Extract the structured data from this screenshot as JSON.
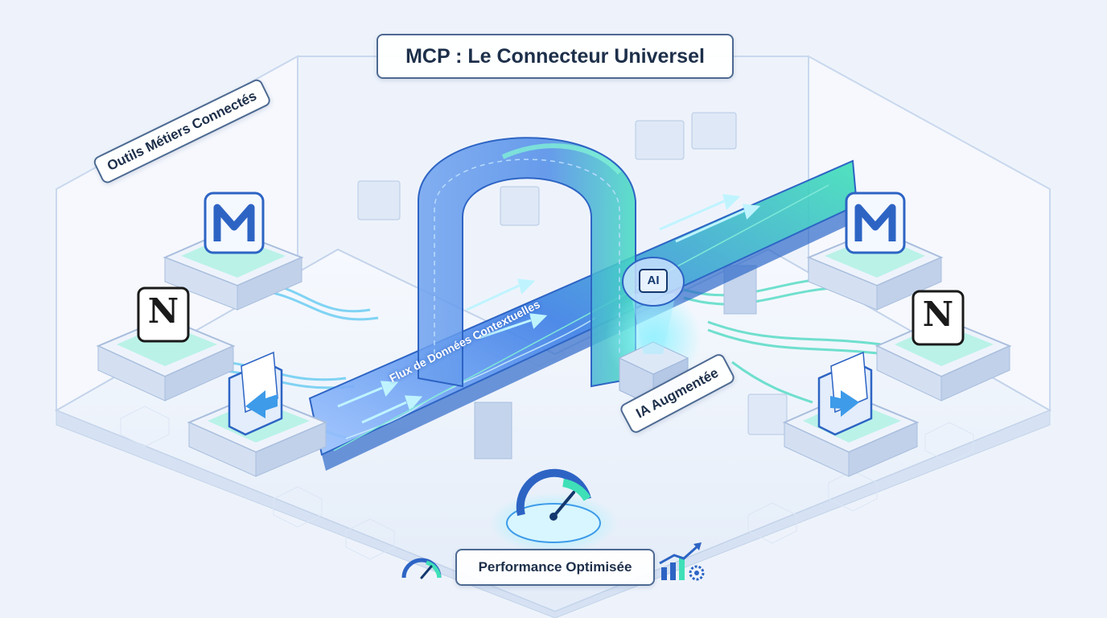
{
  "title": "MCP : Le Connecteur Universel",
  "left_group_label": "Outils Métiers Connectés",
  "flow_label": "Flux de Données Contextuelles",
  "ai_label": "IA Augmentée",
  "ai_chip": "AI",
  "performance_label": "Performance Optimisée",
  "icons": {
    "gmail": "gmail-icon",
    "notion": "notion-icon",
    "notion_letter": "N",
    "folder": "folder-icon",
    "brain": "brain-chip-icon",
    "gauge": "speedometer-icon",
    "growth": "growth-chart-gear-icon"
  },
  "colors": {
    "background": "#eef3fb",
    "primary_blue": "#3d7fe6",
    "accent_teal": "#3fe0b8",
    "label_border": "#4d6a92",
    "text": "#1d2f4a"
  }
}
